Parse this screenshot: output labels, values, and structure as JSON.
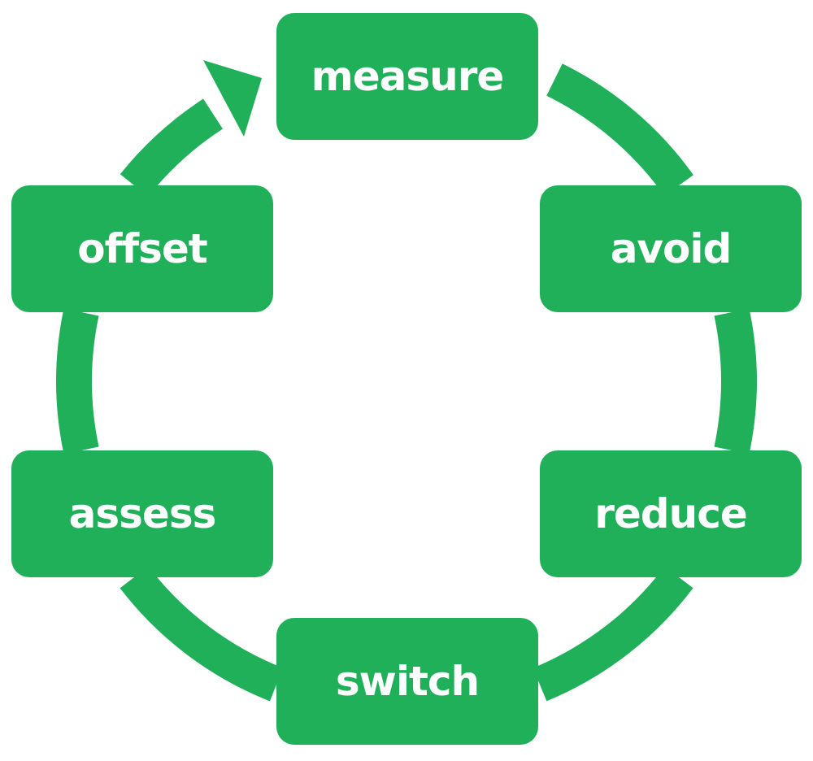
{
  "diagram": {
    "type": "cycle",
    "accent_color": "#21b05a",
    "steps": [
      {
        "id": "measure",
        "label": "measure"
      },
      {
        "id": "avoid",
        "label": "avoid"
      },
      {
        "id": "reduce",
        "label": "reduce"
      },
      {
        "id": "switch",
        "label": "switch"
      },
      {
        "id": "assess",
        "label": "assess"
      },
      {
        "id": "offset",
        "label": "offset"
      }
    ],
    "arrow": {
      "from": "offset",
      "to": "measure",
      "direction": "clockwise"
    }
  }
}
